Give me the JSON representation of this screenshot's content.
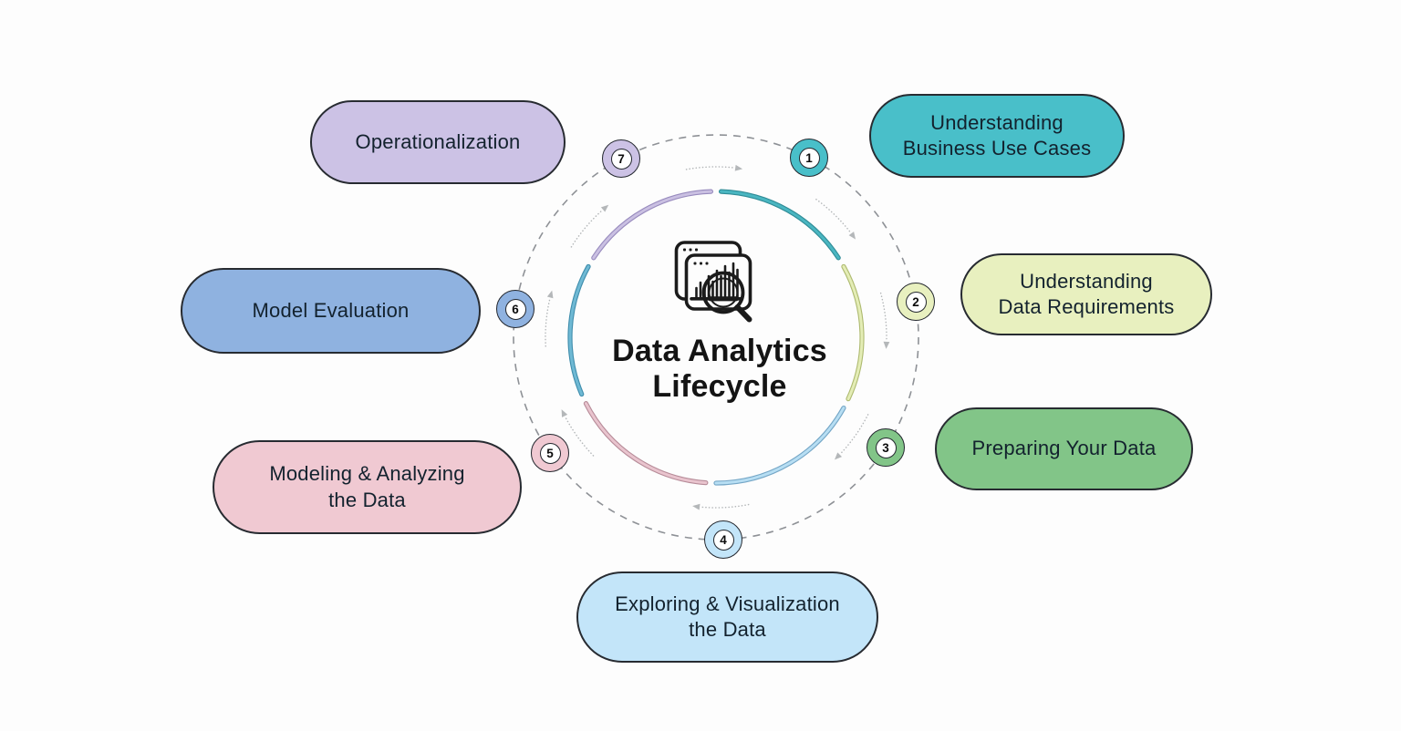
{
  "title": {
    "line1": "Data Analytics",
    "line2": "Lifecycle"
  },
  "steps": [
    {
      "number": "1",
      "label": "Understanding\nBusiness Use Cases",
      "pill_color": "#49bfc9"
    },
    {
      "number": "2",
      "label": "Understanding\nData Requirements",
      "pill_color": "#e8f0bf"
    },
    {
      "number": "3",
      "label": "Preparing Your Data",
      "pill_color": "#82c588"
    },
    {
      "number": "4",
      "label": "Exploring & Visualization\nthe Data",
      "pill_color": "#c3e5f9"
    },
    {
      "number": "5",
      "label": "Modeling & Analyzing\nthe Data",
      "pill_color": "#f0c9d2"
    },
    {
      "number": "6",
      "label": "Model Evaluation",
      "pill_color": "#8fb2e0"
    },
    {
      "number": "7",
      "label": "Operationalization",
      "pill_color": "#ccc2e5"
    }
  ],
  "ring_segments": [
    {
      "color": "#4ab6c1",
      "edge": "#2f8b96"
    },
    {
      "color": "#e4edb6",
      "edge": "#aeba70"
    },
    {
      "color": "#b7def3",
      "edge": "#74a6c6"
    },
    {
      "color": "#e9c4ce",
      "edge": "#b68b98"
    },
    {
      "color": "#6fb9d4",
      "edge": "#3f8dac"
    },
    {
      "color": "#cac0e2",
      "edge": "#978abd"
    }
  ],
  "colors": {
    "background": "#fdfdfd",
    "dashed_circle": "#8e9196",
    "arrow": "#b4b7b9",
    "icon": "#1b1b1b",
    "pill_text": "#13222e",
    "title_text": "#141414"
  }
}
